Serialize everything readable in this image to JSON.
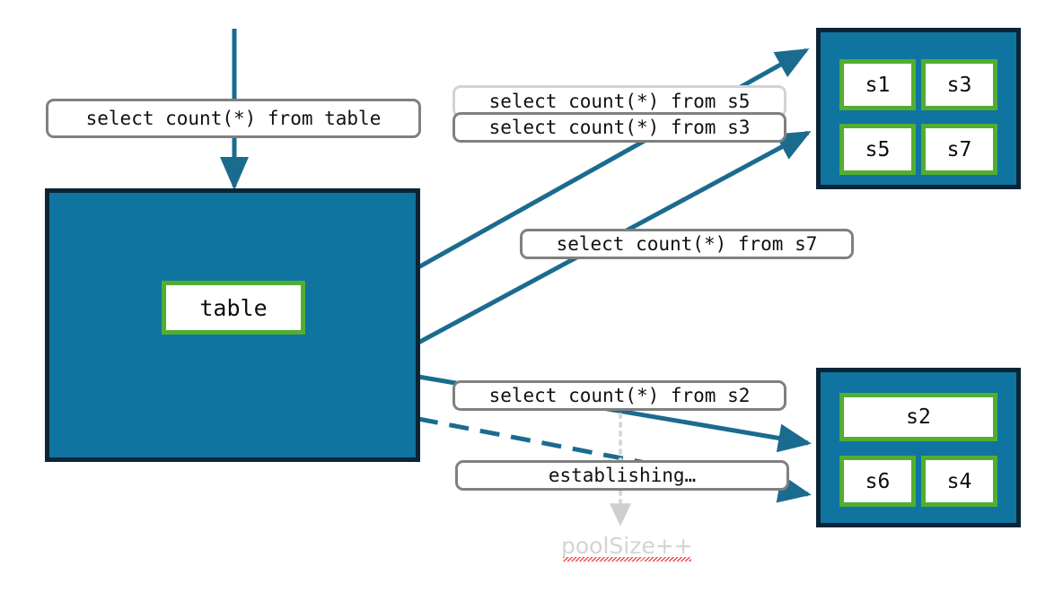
{
  "diagram": {
    "title": "connection pool query routing",
    "colors": {
      "pool_fill": "#0f74a0",
      "pool_border": "#0b2536",
      "cell_border": "#52ae30",
      "cell_fill": "#ffffff",
      "arrow": "#1b6b8f",
      "pill_border": "#808080",
      "pill_border_light": "#d2d2d2",
      "annotation_text": "#d4d4d4",
      "spellcheck_underline": "#f04a4a"
    }
  },
  "table_block": {
    "label": "table"
  },
  "pools": [
    {
      "name": "pool-top",
      "cells": [
        {
          "label": "s1"
        },
        {
          "label": "s3"
        },
        {
          "label": "s5"
        },
        {
          "label": "s7"
        }
      ]
    },
    {
      "name": "pool-bottom",
      "cells": [
        {
          "label": "s2"
        },
        {
          "label": "s6"
        },
        {
          "label": "s4"
        }
      ]
    }
  ],
  "queries": [
    {
      "name": "query-table",
      "text": "select count(*) from table"
    },
    {
      "name": "query-s5",
      "text": "select count(*) from s5"
    },
    {
      "name": "query-s3",
      "text": "select count(*) from s3"
    },
    {
      "name": "query-s7",
      "text": "select count(*) from s7"
    },
    {
      "name": "query-s2",
      "text": "select count(*) from s2"
    },
    {
      "name": "status-establishing",
      "text": "establishing…"
    }
  ],
  "annotations": [
    {
      "name": "poolsize-increment",
      "text": "poolSize++"
    }
  ]
}
